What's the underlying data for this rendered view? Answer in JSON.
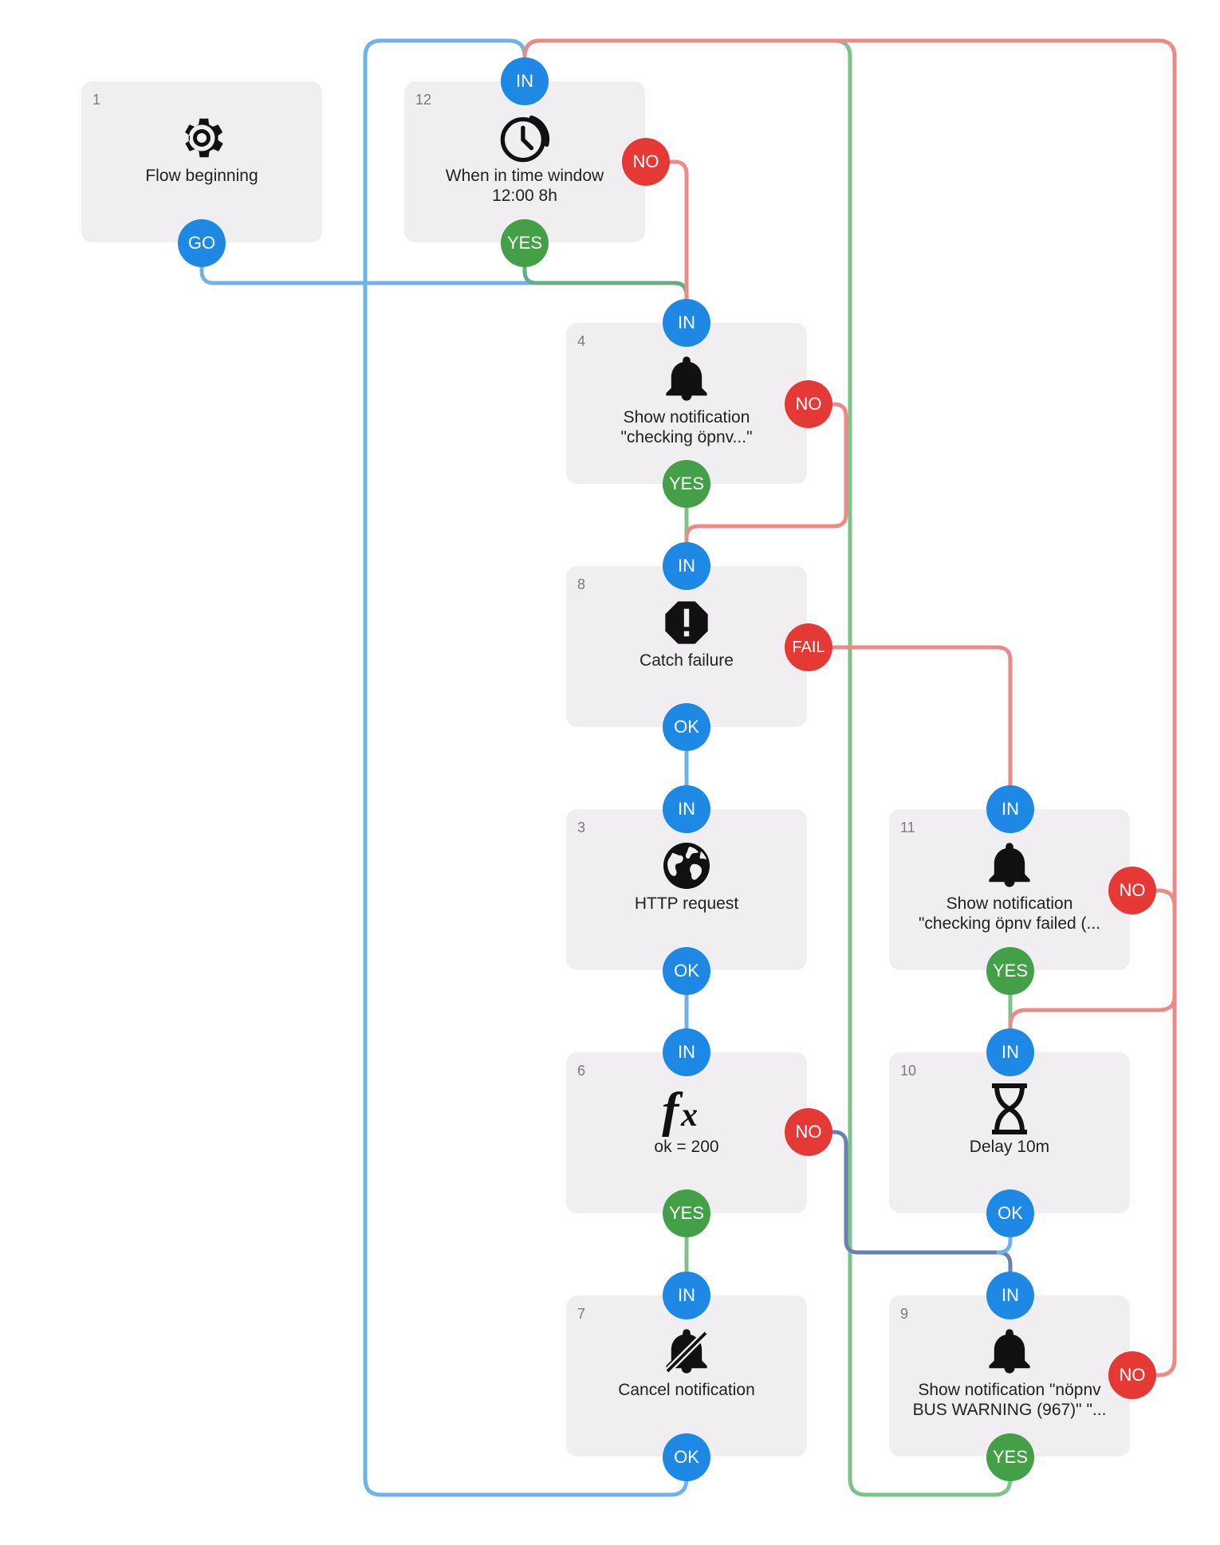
{
  "colors": {
    "blue": "#1e88e5",
    "green": "#43a047",
    "red": "#e53935",
    "wire_blue": "#6fb2e8",
    "wire_green": "#7cc387",
    "wire_red": "#ec8a86",
    "block_bg": "#f0eef0"
  },
  "blocks": [
    {
      "id": "b1",
      "num": "1",
      "label": "Flow beginning",
      "icon": "gear-icon"
    },
    {
      "id": "b12",
      "num": "12",
      "label": "When in time window\n12:00 8h",
      "icon": "clock-icon"
    },
    {
      "id": "b4",
      "num": "4",
      "label": "Show notification\n\"checking öpnv...\"",
      "icon": "bell-icon"
    },
    {
      "id": "b8",
      "num": "8",
      "label": "Catch failure",
      "icon": "alert-octagon-icon"
    },
    {
      "id": "b3",
      "num": "3",
      "label": "HTTP request",
      "icon": "globe-icon"
    },
    {
      "id": "b6",
      "num": "6",
      "label": "ok = 200",
      "icon": "function-icon"
    },
    {
      "id": "b7",
      "num": "7",
      "label": "Cancel notification",
      "icon": "bell-off-icon"
    },
    {
      "id": "b11",
      "num": "11",
      "label": "Show notification\n\"checking öpnv failed (...",
      "icon": "bell-icon"
    },
    {
      "id": "b10",
      "num": "10",
      "label": "Delay 10m",
      "icon": "hourglass-icon"
    },
    {
      "id": "b9",
      "num": "9",
      "label": "Show notification \"nöpnv\nBUS WARNING (967)\" \"...",
      "icon": "bell-icon"
    }
  ],
  "ports": {
    "go": "GO",
    "in": "IN",
    "yes": "YES",
    "no": "NO",
    "ok": "OK",
    "fail": "FAIL"
  }
}
